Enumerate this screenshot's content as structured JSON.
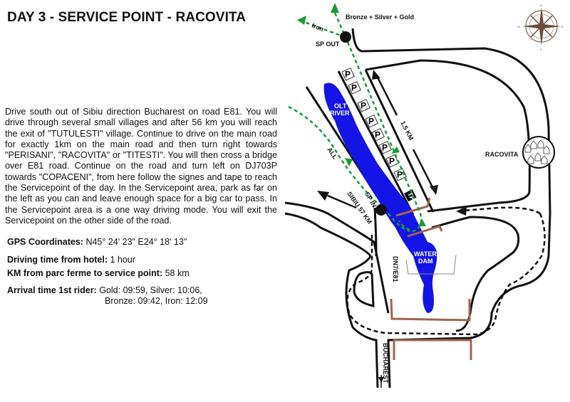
{
  "title": "DAY 3 - SERVICE POINT - RACOVITA",
  "description": "Drive south out of Sibiu direction Bucharest on road E81. You will drive through several small villages and after 56 km you will reach the exit of \"TUTULESTI\" village. Continue to drive on the main road for exactly 1km on the main road and then turn right towards \"PERISANI\", \"RACOVITA\" or \"TITESTI\". You will then cross a bridge over E81 road. Continue on the road and turn left on DJ703P towards \"COPACENI\", from here follow the signes and tape to reach the Servicepoint of the day. In the Servicepoint area, park as far on the left as you can and leave enough space for a big car to pass. In the Servicepoint area is a one way driving mode. You will exit the Servicepoint on the other side of the road.",
  "info": {
    "gps_label": "GPS Coordinates:",
    "gps_value": "N45° 24' 23\" E24° 18' 13\"",
    "driving_label": "Driving time from hotel:",
    "driving_value": "1 hour",
    "km_label": "KM from parc ferme to service point:",
    "km_value": "58 km",
    "arrival_label": "Arrival time 1st rider:",
    "arrival_line1": "Gold: 09:59, Silver: 10:06,",
    "arrival_line2": "Bronze: 09:42, Iron: 12:09"
  },
  "map": {
    "exit_main": "Bronze + Silver + Gold",
    "exit_iron": "Iron",
    "sp_out": "SP OUT",
    "sp_in": "SP IN",
    "river": [
      "OLT",
      "RIVER"
    ],
    "dam": [
      "WATER",
      "DAM"
    ],
    "distance": "1.5 KM",
    "all": "ALL",
    "village": "RACOVITA",
    "sibiu": "SIBIU 57 KM",
    "road": "DN7/E81",
    "bucharest": "BUCHAREST",
    "parking": "P",
    "tp": "TP",
    "compass": [
      "N",
      "S",
      "E",
      "W"
    ],
    "colors": {
      "route": "#1a9a3a",
      "river": "#1414e6",
      "bridge": "#a0644f",
      "road": "#111111"
    }
  }
}
